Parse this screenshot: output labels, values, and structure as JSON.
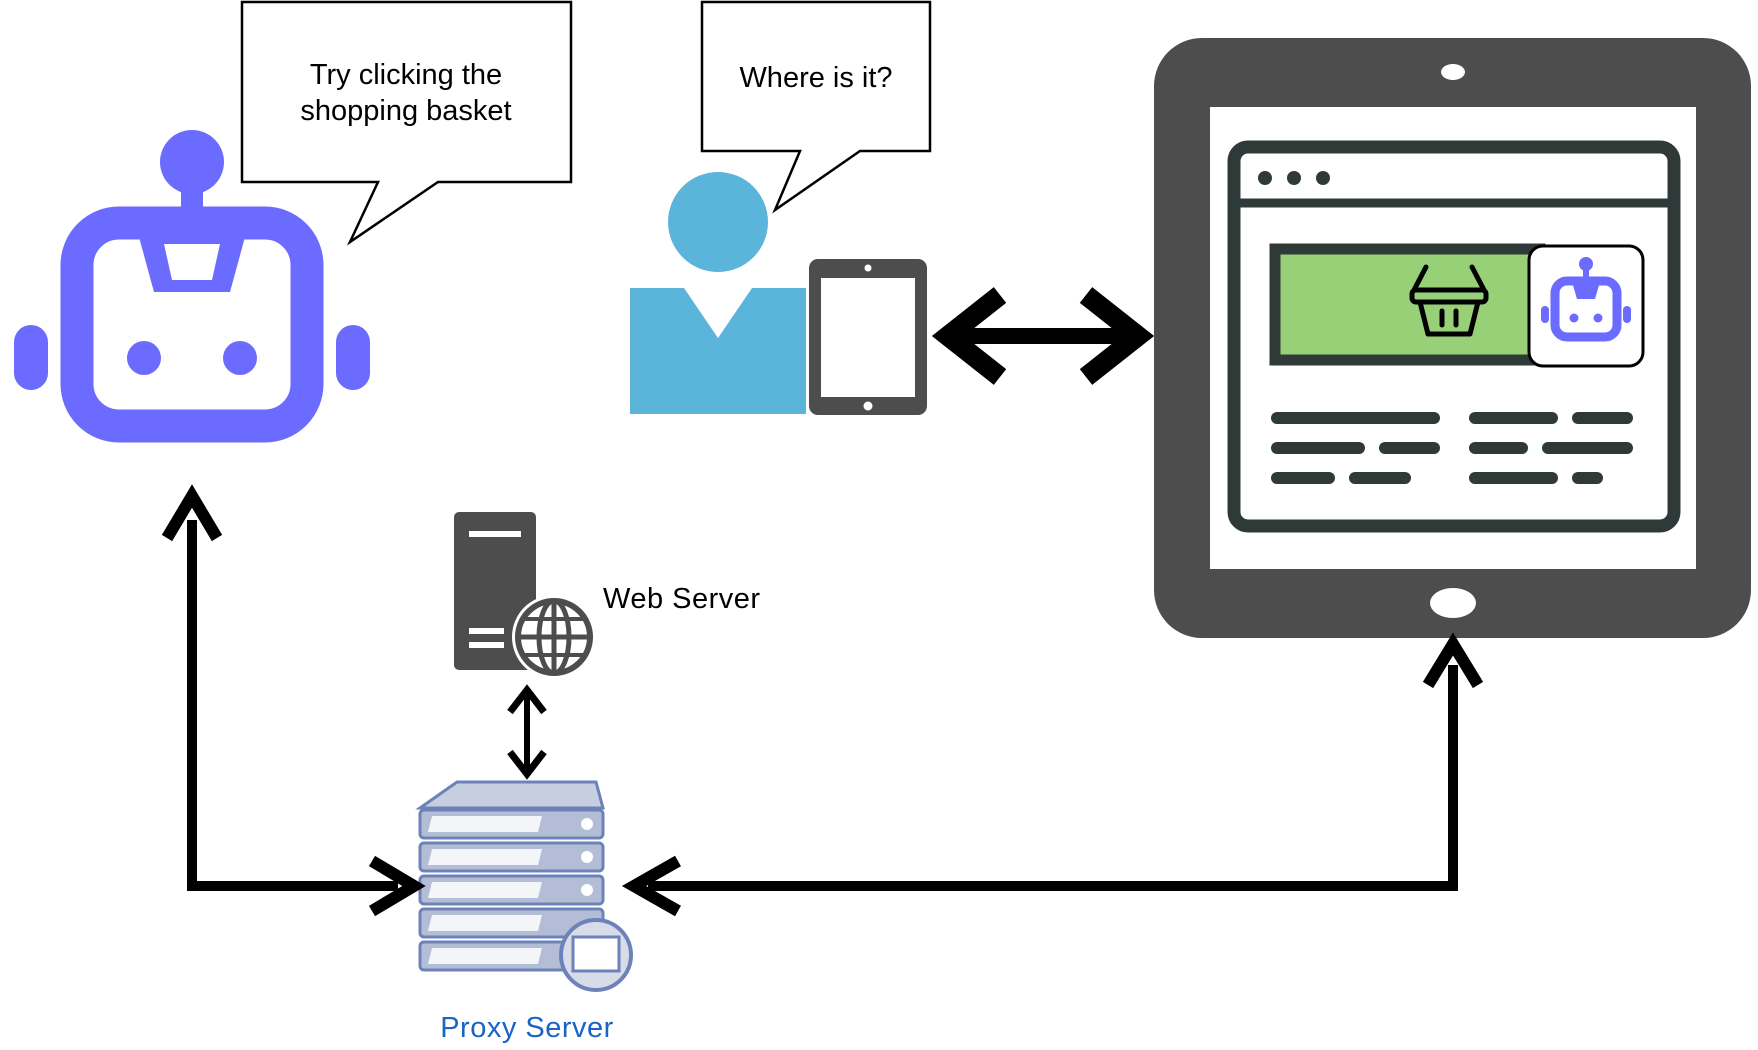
{
  "bubbles": {
    "assistant_line1": "Try clicking the",
    "assistant_line2": "shopping basket",
    "user": "Where is it?"
  },
  "labels": {
    "web_server": "Web Server",
    "proxy_server": "Proxy Server"
  },
  "colors": {
    "robot": "#6B6BFF",
    "user_person": "#5BB4DA",
    "device_frame": "#4D4D4D",
    "browser_outline": "#2F3A38",
    "basket_bar": "#97D077",
    "server_stack": "#A9B6D8",
    "server_outline": "#6C82B8",
    "proxy_label": "#1A63C7",
    "arrow": "#000000"
  },
  "icons": {
    "assistant": "robot-icon",
    "user": "person-icon",
    "user_device": "tablet-icon",
    "large_device": "tablet-frame-icon",
    "basket": "shopping-basket-icon",
    "web_server": "server-globe-icon",
    "proxy_server": "server-rack-icon"
  }
}
